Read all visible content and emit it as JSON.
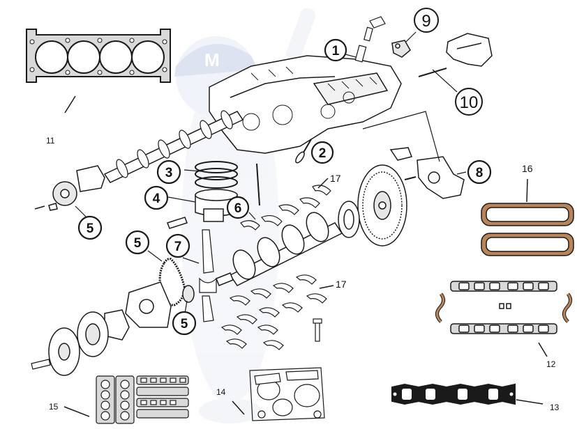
{
  "callouts": {
    "c1": "1",
    "c2": "2",
    "c3": "3",
    "c4": "4",
    "c5a": "5",
    "c5b": "5",
    "c5c": "5",
    "c6": "6",
    "c7": "7",
    "c8": "8",
    "c9": "9",
    "c10": "10"
  },
  "labels": {
    "l11": "11",
    "l12": "12",
    "l13": "13",
    "l14": "14",
    "l15": "15",
    "l16": "16",
    "l17a": "17",
    "l17b": "17"
  },
  "colors": {
    "line": "#1a1a1a",
    "gasket_fill": "#d9d9d9",
    "cork": "#b8845a",
    "watermark": "#c9d3e6"
  }
}
